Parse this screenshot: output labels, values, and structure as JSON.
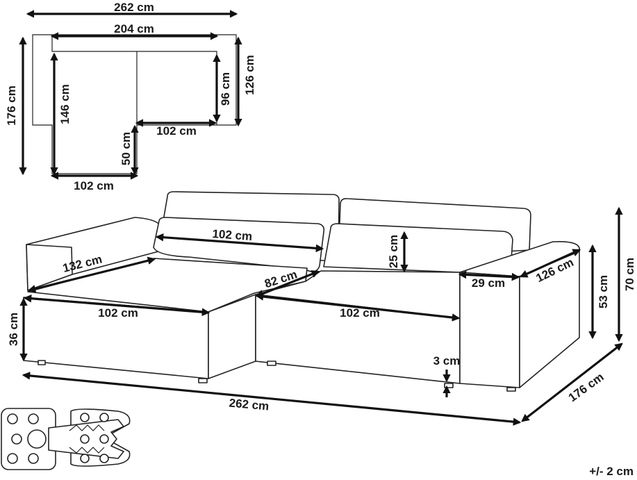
{
  "colors": {
    "line": "#111111",
    "background": "#ffffff"
  },
  "plan": {
    "total_width": "262 cm",
    "inner_width": "204 cm",
    "depth_total": "176 cm",
    "depth_chaise": "146 cm",
    "depth_back": "126 cm",
    "depth_seat": "96 cm",
    "chaise_width": "102 cm",
    "seat_width": "102 cm",
    "chaise_step": "50 cm"
  },
  "sofa": {
    "chaise_length": "132 cm",
    "back_cushion_width": "102 cm",
    "back_cushion_height": "25 cm",
    "seat_depth": "82 cm",
    "left_seat_width": "102 cm",
    "right_seat_width": "102 cm",
    "seat_height": "36 cm",
    "armrest_width": "29 cm",
    "armrest_length": "126 cm",
    "arm_height": "53 cm",
    "total_height": "70 cm",
    "leg_height": "3 cm",
    "total_length": "262 cm",
    "total_depth": "176 cm"
  },
  "tolerance": "+/- 2 cm",
  "icons": [
    "connector-bracket-icon"
  ]
}
